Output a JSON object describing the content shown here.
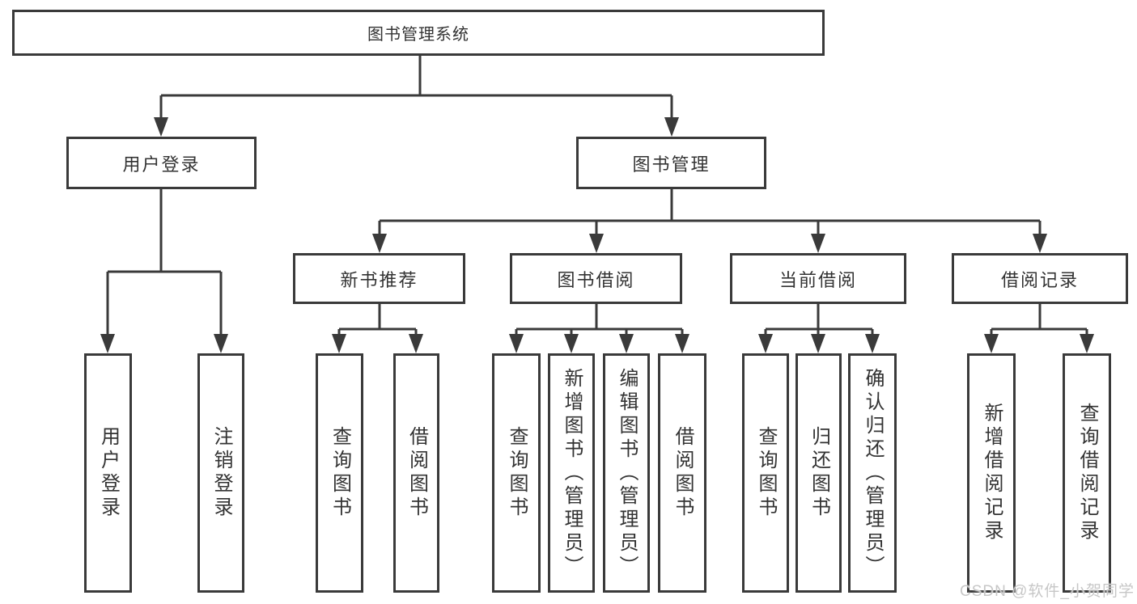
{
  "diagram": {
    "title": "图书管理系统",
    "colors": {
      "line": "#3a3a3a",
      "box_border": "#3a3a3a",
      "text": "#333333",
      "watermark": "#c7c7c7",
      "background": "#ffffff"
    },
    "tree": {
      "root": {
        "label": "图书管理系统"
      },
      "branches": [
        {
          "label": "用户登录",
          "leaves": [
            "用户登录",
            "注销登录"
          ]
        },
        {
          "label": "图书管理"
        }
      ],
      "modules": [
        {
          "label": "新书推荐",
          "leaves": [
            "查询图书",
            "借阅图书"
          ]
        },
        {
          "label": "图书借阅",
          "leaves": [
            "查询图书",
            "新增图书（管理员）",
            "编辑图书（管理员）",
            "借阅图书"
          ]
        },
        {
          "label": "当前借阅",
          "leaves": [
            "查询图书",
            "归还图书",
            "确认归还（管理员）"
          ]
        },
        {
          "label": "借阅记录",
          "leaves": [
            "新增借阅记录",
            "查询借阅记录"
          ]
        }
      ]
    },
    "watermark": {
      "text": "CSDN @软件_小贺同学"
    }
  }
}
